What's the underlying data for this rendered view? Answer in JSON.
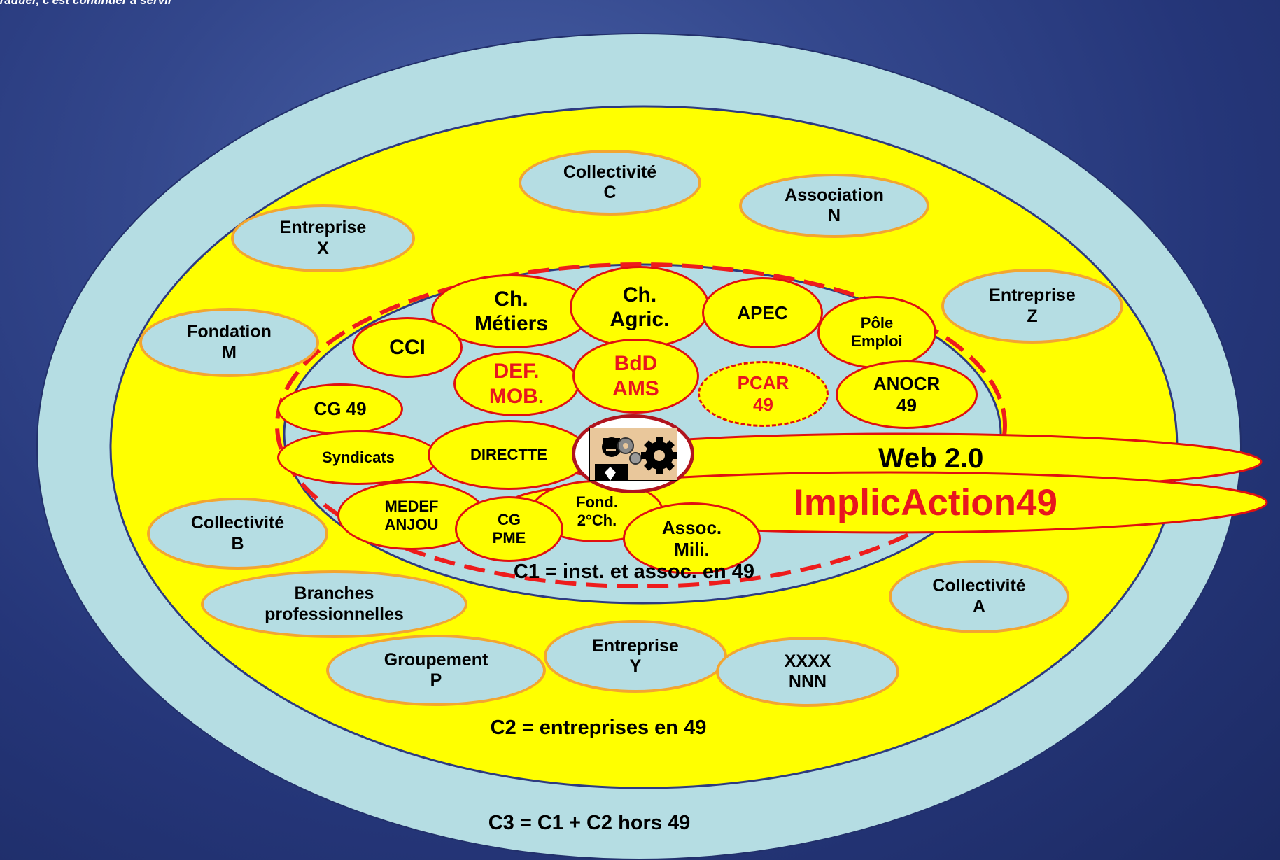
{
  "top_caption": "traduer, c'est continuer à servir",
  "regions": {
    "c1": "C1 = inst. et assoc. en 49",
    "c2": "C2 = entreprises en 49",
    "c3": "C3 = C1 + C2 hors 49"
  },
  "outer_nodes": [
    {
      "id": "collectivite-c",
      "lines": [
        "Collectivité",
        "C"
      ]
    },
    {
      "id": "association-n",
      "lines": [
        "Association",
        "N"
      ]
    },
    {
      "id": "entreprise-x",
      "lines": [
        "Entreprise",
        "X"
      ]
    },
    {
      "id": "entreprise-z",
      "lines": [
        "Entreprise",
        "Z"
      ]
    },
    {
      "id": "fondation-m",
      "lines": [
        "Fondation",
        "M"
      ]
    },
    {
      "id": "collectivite-b",
      "lines": [
        "Collectivité",
        "B"
      ]
    },
    {
      "id": "branches-professionnelles",
      "lines": [
        "Branches",
        "professionnelles"
      ]
    },
    {
      "id": "collectivite-a",
      "lines": [
        "Collectivité",
        "A"
      ]
    },
    {
      "id": "entreprise-y",
      "lines": [
        "Entreprise",
        "Y"
      ]
    },
    {
      "id": "groupement-p",
      "lines": [
        "Groupement",
        "P"
      ]
    },
    {
      "id": "xxxx-nnn",
      "lines": [
        "XXXX",
        "NNN"
      ]
    }
  ],
  "inner_nodes": [
    {
      "id": "ch-metiers",
      "lines": [
        "Ch.",
        "Métiers"
      ]
    },
    {
      "id": "ch-agric",
      "lines": [
        "Ch.",
        "Agric."
      ]
    },
    {
      "id": "apec",
      "lines": [
        "APEC"
      ]
    },
    {
      "id": "pole-emploi",
      "lines": [
        "Pôle",
        "Emploi"
      ]
    },
    {
      "id": "cci",
      "lines": [
        "CCI"
      ]
    },
    {
      "id": "def-mob",
      "lines": [
        "DEF.",
        "MOB."
      ]
    },
    {
      "id": "bdd-ams",
      "lines": [
        "BdD",
        "AMS"
      ]
    },
    {
      "id": "pcar-49",
      "lines": [
        "PCAR",
        "49"
      ]
    },
    {
      "id": "anocr-49",
      "lines": [
        "ANOCR",
        "49"
      ]
    },
    {
      "id": "cg-49",
      "lines": [
        "CG 49"
      ]
    },
    {
      "id": "syndicats",
      "lines": [
        "Syndicats"
      ]
    },
    {
      "id": "directte",
      "lines": [
        "DIRECTTE"
      ]
    },
    {
      "id": "medef-anjou",
      "lines": [
        "MEDEF",
        "ANJOU"
      ]
    },
    {
      "id": "cg-pme",
      "lines": [
        "CG",
        "PME"
      ]
    },
    {
      "id": "fond-2ch",
      "lines": [
        "Fond.",
        "2°Ch."
      ]
    },
    {
      "id": "assoc-mili",
      "lines": [
        "Assoc.",
        "Mili."
      ]
    }
  ],
  "hub": {
    "icon": "businessman-gears-icon"
  },
  "platform": {
    "web": "Web 2.0",
    "name": "ImplicAction49"
  },
  "colors": {
    "background": "#2e4290",
    "c3_fill": "#b5dde3",
    "c2_fill": "#ffff00",
    "outer_node_border": "#f3a530",
    "inner_node_border": "#e01010",
    "highlight_text": "#e8161e"
  }
}
